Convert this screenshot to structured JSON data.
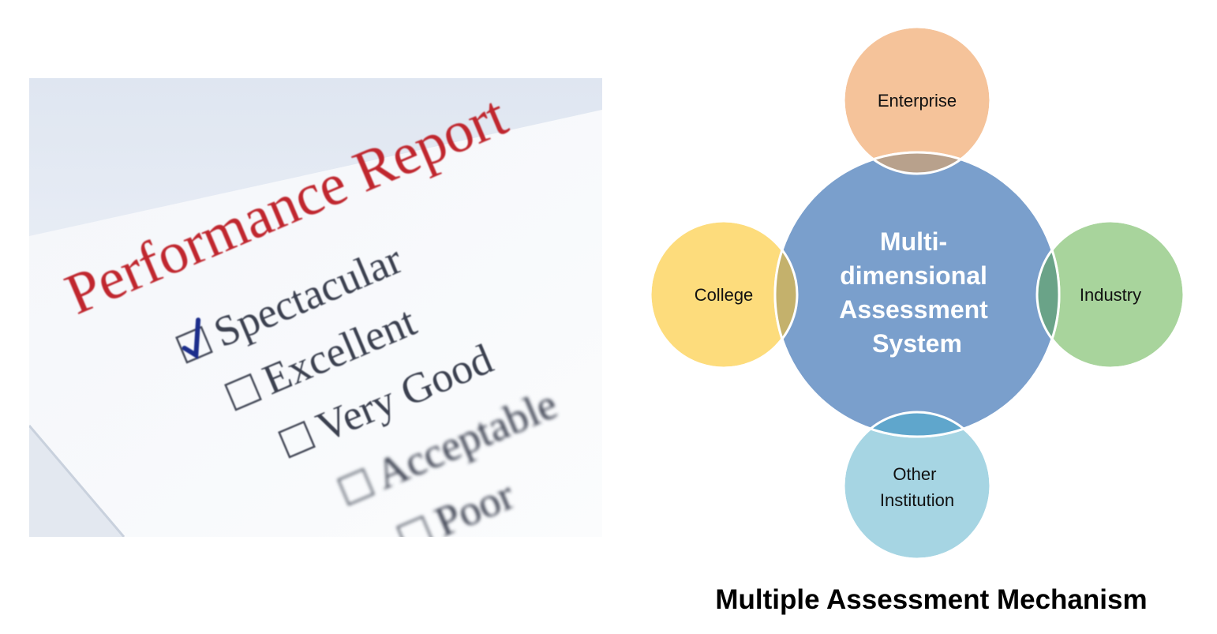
{
  "photo": {
    "title": "Performance Report",
    "options": [
      {
        "label": "Spectacular",
        "checked": true
      },
      {
        "label": "Excellent",
        "checked": false
      },
      {
        "label": "Very Good",
        "checked": false
      },
      {
        "label": "Acceptable",
        "checked": false
      },
      {
        "label": "Poor",
        "checked": false
      }
    ]
  },
  "diagram": {
    "center": {
      "lines": [
        "Multi-",
        "dimensional",
        "Assessment",
        "System"
      ],
      "color": "#7a9fcc"
    },
    "nodes": {
      "top": {
        "lines": [
          "Enterprise"
        ],
        "color": "#f5c39a",
        "overlap_color": "#b8a18c"
      },
      "left": {
        "lines": [
          "College"
        ],
        "color": "#fddc7c",
        "overlap_color": "#c4b16c"
      },
      "right": {
        "lines": [
          "Industry"
        ],
        "color": "#a8d49c",
        "overlap_color": "#6aa388"
      },
      "bottom": {
        "lines": [
          "Other",
          "Institution"
        ],
        "color": "#a6d5e3",
        "overlap_color": "#5fa6cc"
      }
    }
  },
  "caption": "Multiple Assessment Mechanism"
}
